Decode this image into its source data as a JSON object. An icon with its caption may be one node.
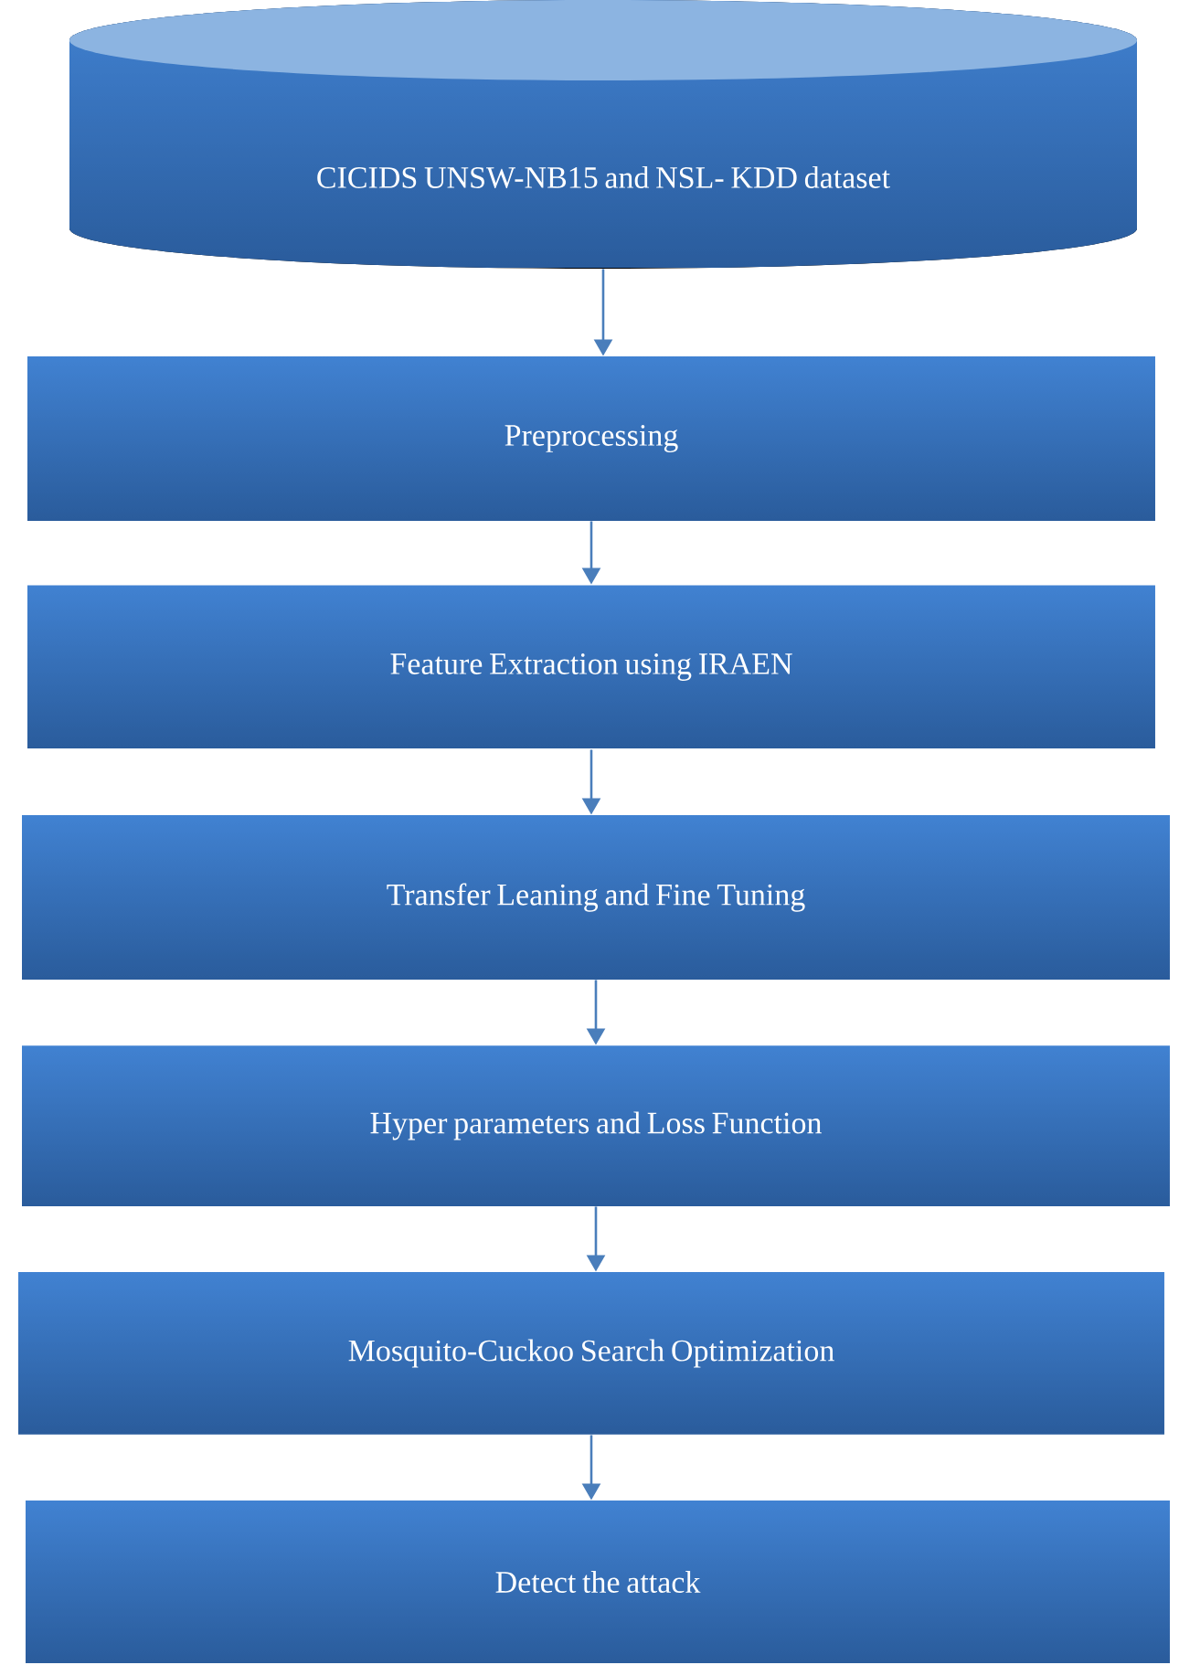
{
  "diagram": {
    "nodes": [
      {
        "text": [
          "CICIDS UNSW-NB15 and NSL- KDD dataset"
        ]
      },
      {
        "text": [
          "Preprocessing"
        ]
      },
      {
        "text": [
          "Feature Extraction using IRAEN"
        ]
      },
      {
        "text": [
          "Transfer Leaning and Fine Tuning"
        ]
      },
      {
        "text": [
          "Hyper parameters and Loss Function"
        ]
      },
      {
        "text": [
          "Mosquito-Cuckoo Search Optimization"
        ]
      },
      {
        "text": [
          "Detect the attack"
        ]
      }
    ],
    "edges": [
      {
        "from": 0,
        "to": 1,
        "arrow": "to"
      },
      {
        "from": 1,
        "to": 2,
        "arrow": "to"
      },
      {
        "from": 2,
        "to": 3,
        "arrow": "to"
      },
      {
        "from": 3,
        "to": 4,
        "arrow": "to"
      },
      {
        "from": 4,
        "to": 5,
        "arrow": "to"
      },
      {
        "from": 5,
        "to": 6,
        "arrow": "to"
      }
    ]
  }
}
